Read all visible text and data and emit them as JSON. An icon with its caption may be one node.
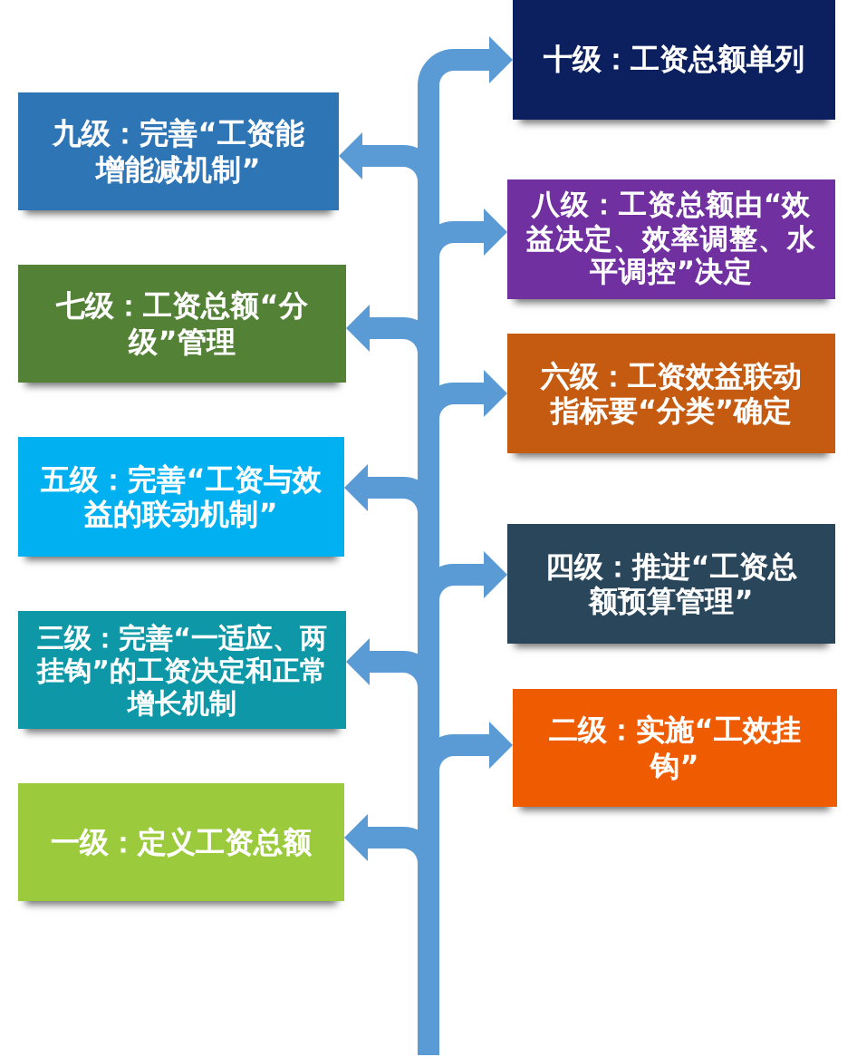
{
  "diagram": {
    "nodes": [
      {
        "text": [
          "十级：工资总额单列"
        ]
      },
      {
        "text": [
          "九级：完善“工资能增能减机制”"
        ]
      },
      {
        "text": [
          "八级：工资总额由“效益决定、效率调整、水平调控”决定"
        ]
      },
      {
        "text": [
          "七级：工资总额“分级”管理"
        ]
      },
      {
        "text": [
          "六级：工资效益联动指标要“分类”确定"
        ]
      },
      {
        "text": [
          "五级：完善“工资与效益的联动机制”"
        ]
      },
      {
        "text": [
          "四级：推进“工资总额预算管理”"
        ]
      },
      {
        "text": [
          "三级：完善“一适应、两挂钩”的工资决定和正常增长机制"
        ]
      },
      {
        "text": [
          "二级：实施“工效挂钩”"
        ]
      },
      {
        "text": [
          "一级：定义工资总额"
        ]
      }
    ],
    "edges": [
      {
        "from": null,
        "to": 0,
        "arrow": "to"
      },
      {
        "from": null,
        "to": 1,
        "arrow": "to"
      },
      {
        "from": null,
        "to": 2,
        "arrow": "to"
      },
      {
        "from": null,
        "to": 3,
        "arrow": "to"
      },
      {
        "from": null,
        "to": 4,
        "arrow": "to"
      },
      {
        "from": null,
        "to": 5,
        "arrow": "to"
      },
      {
        "from": null,
        "to": 6,
        "arrow": "to"
      },
      {
        "from": null,
        "to": 7,
        "arrow": "to"
      },
      {
        "from": null,
        "to": 8,
        "arrow": "to"
      },
      {
        "from": null,
        "to": 9,
        "arrow": "to"
      }
    ]
  }
}
